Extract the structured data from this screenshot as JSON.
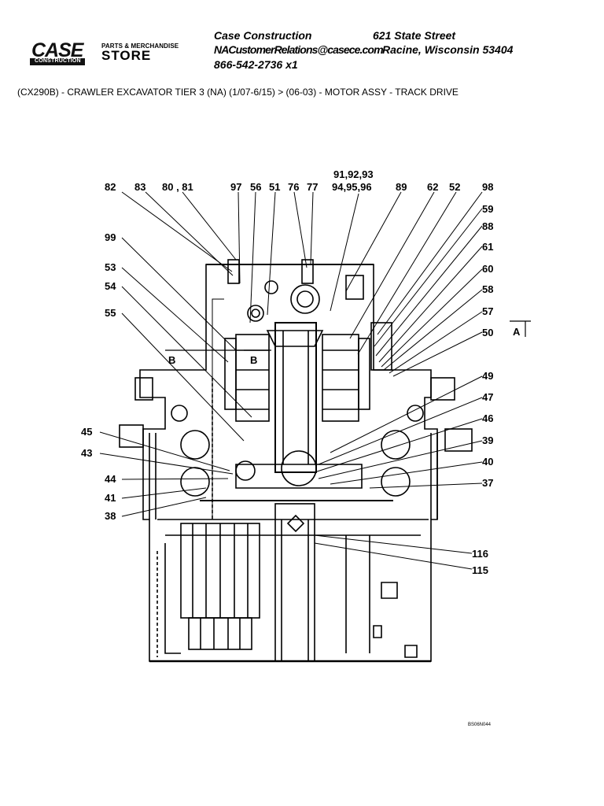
{
  "header": {
    "company": "Case Construction",
    "street": "621 State Street",
    "email": "NACustomerRelations@casece.com",
    "city": "Racine, Wisconsin 53404",
    "phone": "866-542-2736 x1"
  },
  "logo": {
    "brand": "CASE",
    "brand_sub": "CONSTRUCTION",
    "store_top": "PARTS & MERCHANDISE",
    "store_main": "STORE"
  },
  "breadcrumb": "(CX290B) - CRAWLER EXCAVATOR TIER 3 (NA) (1/07-6/15) > (06-03) - MOTOR ASSY - TRACK DRIVE",
  "diagram": {
    "callouts_top": [
      "82",
      "83",
      "80 , 81",
      "97",
      "56",
      "51",
      "76",
      "77",
      "91,92,93",
      "94,95,96",
      "89",
      "62",
      "52",
      "98"
    ],
    "callouts_right": [
      "59",
      "88",
      "61",
      "60",
      "58",
      "57",
      "50",
      "49",
      "47",
      "46",
      "39",
      "40",
      "37",
      "116",
      "115"
    ],
    "callouts_left": [
      "99",
      "53",
      "54",
      "55",
      "45",
      "43",
      "44",
      "41",
      "38"
    ],
    "section_marks": [
      "A",
      "B",
      "B"
    ],
    "drawing_code": "BS06N044"
  }
}
